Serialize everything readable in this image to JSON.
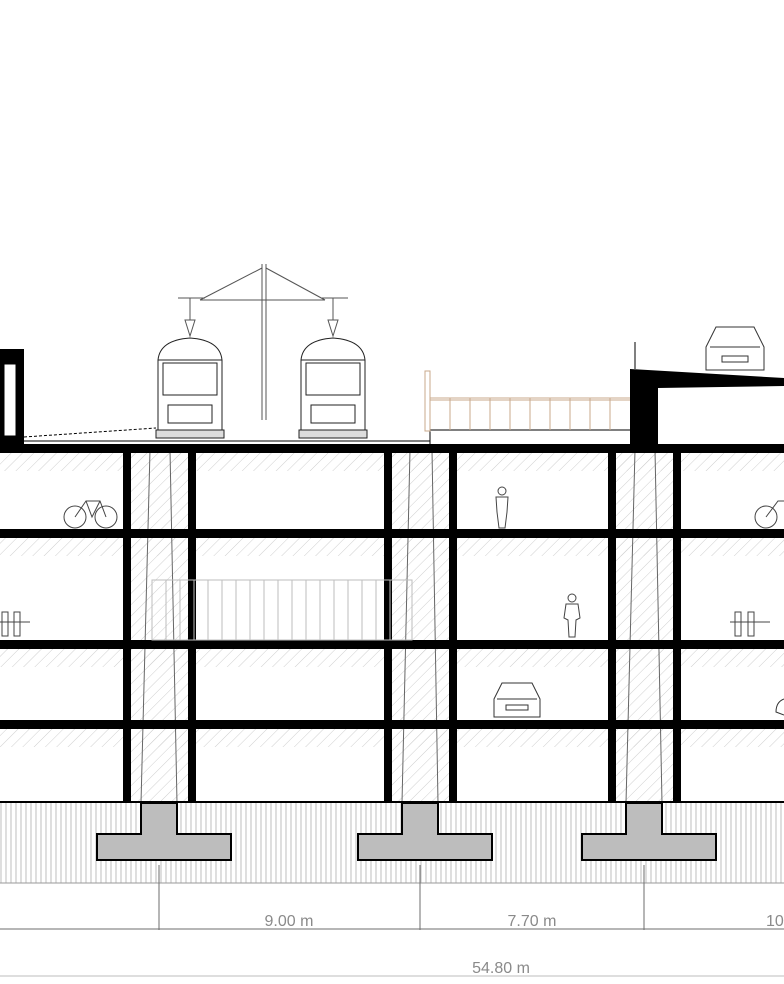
{
  "drawing": {
    "type": "architectural cross-section",
    "palette": {
      "structure": "#000000",
      "footing_fill": "#bdbdbd",
      "hatch": "#c8c8c8",
      "ground_hatch": "#9a9a9a",
      "dimension_text": "#8a8a8a",
      "fine_line": "#6e6e6e"
    },
    "levels": [
      {
        "name": "street-level",
        "content": [
          "tram",
          "tram",
          "car"
        ]
      },
      {
        "name": "level-1",
        "content": [
          "bicycle",
          "bicycle",
          "pedestrian"
        ]
      },
      {
        "name": "level-2",
        "content": [
          "parked-bicycles",
          "pedestrian",
          "parked-bicycles"
        ]
      },
      {
        "name": "level-3",
        "content": [
          "car",
          "car"
        ]
      },
      {
        "name": "level-4",
        "content": []
      }
    ]
  },
  "dimensions": {
    "spans": [
      "9.00 m",
      "7.70 m",
      "10"
    ],
    "overall": "54.80 m"
  }
}
